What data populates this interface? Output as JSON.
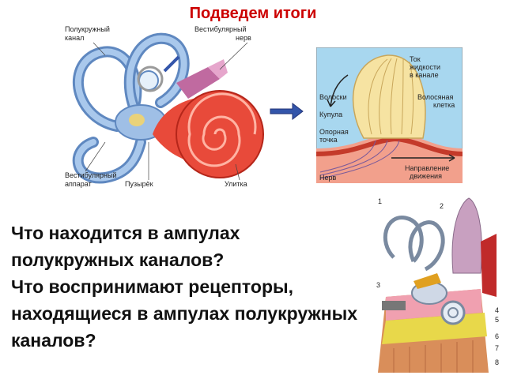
{
  "slide": {
    "title": "Подведем итоги"
  },
  "ear_diagram": {
    "labels": {
      "semicircular_canal": [
        "Полукружный",
        "канал"
      ],
      "vestibular_nerve": [
        "Вестибулярный",
        "нерв"
      ],
      "vestibular_apparatus": [
        "Вестибулярный",
        "аппарат"
      ],
      "vesicle": "Пузырёк",
      "cochlea": "Улитка"
    }
  },
  "ampulla_diagram": {
    "labels": {
      "fluid_flow": [
        "Ток",
        "жидкости",
        "в канале"
      ],
      "hairs": "Волоски",
      "cupula": "Купула",
      "support_point": [
        "Опорная",
        "точка"
      ],
      "hair_cell": [
        "Волосяная",
        "клетка"
      ],
      "nerve": "Нерв",
      "movement_direction": [
        "Направление",
        "движения"
      ]
    }
  },
  "inner_ear_section": {
    "numbers": [
      "1",
      "2",
      "3",
      "4",
      "5",
      "6",
      "7",
      "8"
    ]
  },
  "questions": [
    "Что находится в ампулах полукружных каналов?",
    "Что воспринимают рецепторы, находящиеся в ампулах полукружных каналов?"
  ],
  "colors": {
    "title": "#cc0000",
    "canal_blue": "#7fa8d8",
    "cochlea_red": "#e84a3a",
    "nerve_pink": "#c06aa0",
    "arrow_blue": "#3355aa"
  }
}
